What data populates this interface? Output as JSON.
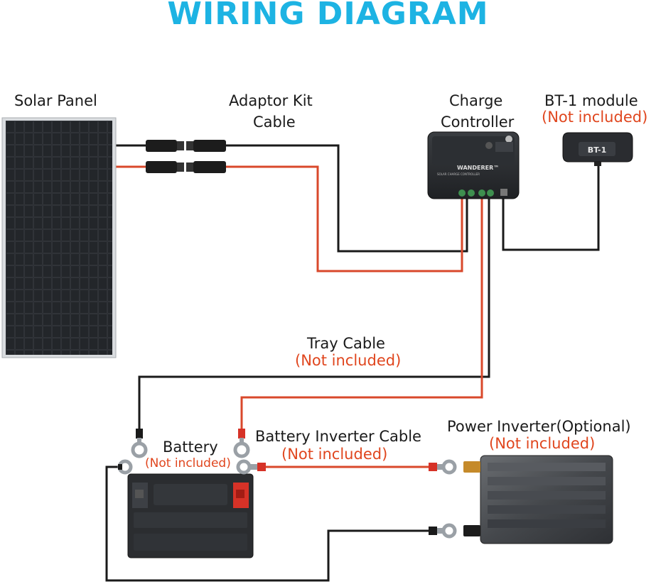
{
  "title": "WIRING DIAGRAM",
  "labels": {
    "solar_panel": "Solar Panel",
    "adaptor_kit_line1": "Adaptor Kit",
    "adaptor_kit_line2": "Cable",
    "charge_controller_line1": "Charge",
    "charge_controller_line2": "Controller",
    "bt1_module": "BT-1 module",
    "bt1_note": "(Not included)",
    "tray_cable": "Tray Cable",
    "tray_cable_note": "(Not included)",
    "battery": "Battery",
    "battery_note": "(Not included)",
    "battery_inverter_cable": "Battery Inverter Cable",
    "battery_inverter_cable_note": "(Not included)",
    "power_inverter": "Power Inverter(Optional)",
    "power_inverter_note": "(Not included)"
  },
  "device_text": {
    "controller_brand": "WANDERER™",
    "controller_sub": "SOLAR CHARGE CONTROLLER",
    "bt1_face": "BT-1"
  },
  "colors": {
    "title": "#1db3e3",
    "wire_positive": "#d9482b",
    "wire_negative": "#1a1a1a",
    "note_text": "#e0461e"
  }
}
